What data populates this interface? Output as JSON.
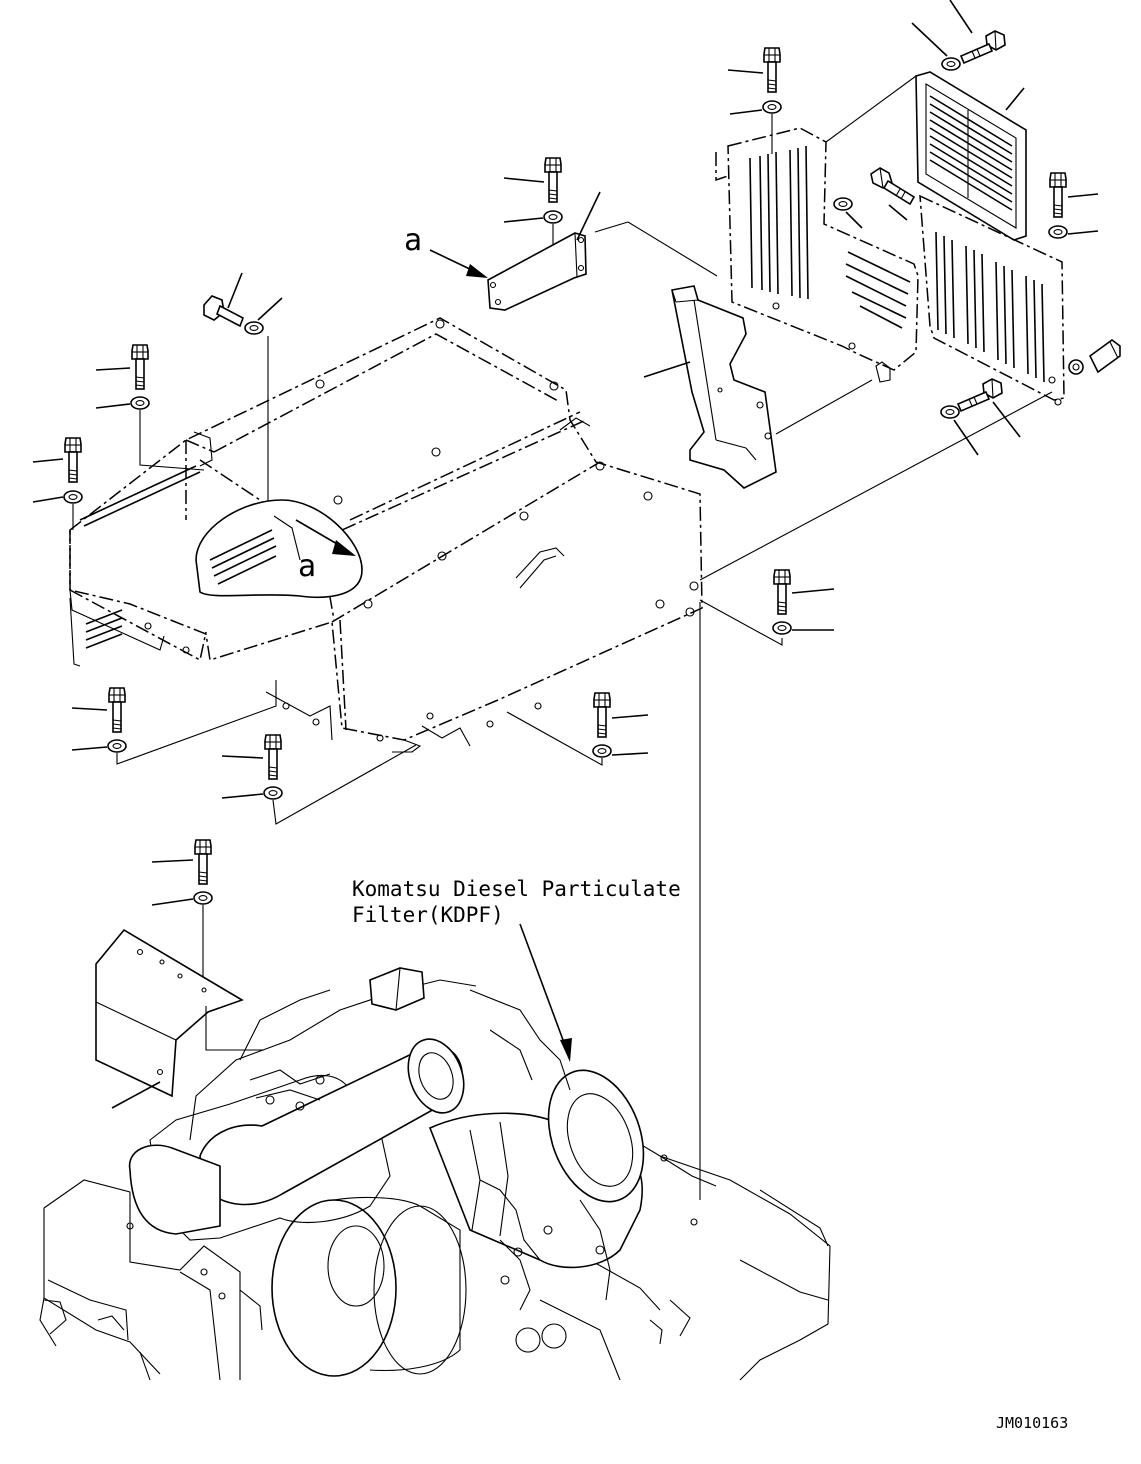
{
  "diagram": {
    "callout_label_a": "a",
    "callout_label_a_view": "a",
    "kdpf_label_line1": "Komatsu Diesel Particulate",
    "kdpf_label_line2": "Filter(KDPF)",
    "drawing_id": "JM010163"
  }
}
